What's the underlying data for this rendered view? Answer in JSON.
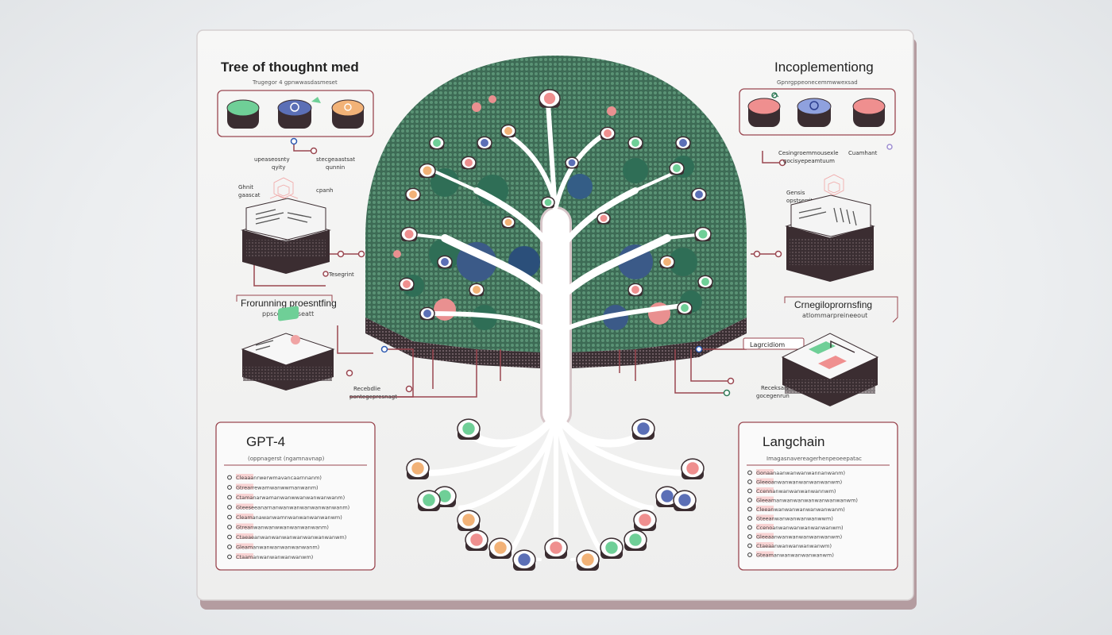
{
  "board": {
    "title_left": "Tree of thoughnt med",
    "subtitle_left": "Trugegor 4 gpnwwasdasmeset",
    "title_right": "Incoplementiong",
    "subtitle_right": "Gpnrgppeonecemmwwexsad"
  },
  "left_side": {
    "annot_1a": "upeaseosnty",
    "annot_1b": "qyity",
    "annot_1c": "stecgeaastsat",
    "annot_1d": "qunnin",
    "annot_2a": "Ghnit",
    "annot_2b": "gaascat",
    "annot_2c": "cpanh",
    "annot_3": "Tesegrint",
    "section_heading": "Frorunning proesntfing",
    "section_sub": "ppscestesoseatt",
    "annot_4a": "Recebdlie",
    "annot_4b": "pontegepresnagt"
  },
  "right_side": {
    "annot_1a": "Cesingroemmousexle",
    "annot_1b": "Cuamhant",
    "annot_1c": "gocisyepeamtuum",
    "annot_2a": "Gensis",
    "annot_2b": "opstserrit",
    "section_heading": "Crnegiloprornsfing",
    "section_sub": "atlommarpreineeout",
    "tag": "Lagrcidiom",
    "annot_4a": "Receksais",
    "annot_4b": "gocegenrun"
  },
  "panel_left": {
    "title": "GPT-4",
    "subtitle": "(oppnagerst (ngamnavnap)",
    "items": [
      "Cleaaanrwerwmavancaarnnanm)",
      "Gtrearrewamwanwwmanwanm)",
      "Ctamanarwamanwanwwanwanwanwanm)",
      "Gteeseeanarnanwanwanwanwanwanwanm)",
      "Cleamanawanwamnwanwanwanwanwm)",
      "Gtreanwanwanwwanwanwanwanm)",
      "Ctaeaeanwanwanwanwanwanwanwanwm)",
      "Gleamanwanwanwanwanwanm)",
      "Ctaamanwanwanwanwanwm)"
    ]
  },
  "panel_right": {
    "title": "Langchain",
    "subtitle": "Imagasnavereagerhenpeoeepatac",
    "items": [
      "Gonaanaanwanwanwannanwanm)",
      "Gleeoanwanwanwanwanwanwm)",
      "Ccennanwanwanwanwannwm)",
      "Gleeamanwanwanwanwanwanwanwm)",
      "Cleeanwanwanwanwanwanwanm)",
      "Gteeanwanwanwanwanwwm)",
      "Ccenoanwanwanwanwanwanwm)",
      "Gleeaanwanwanwanwanwanwm)",
      "Ctaeaanwanwanwanwanwm)",
      "Gteamanwanwanwanwanwm)"
    ]
  },
  "colors": {
    "board": "#f4f4f3",
    "board_edge": "#a2878a",
    "canopy_dark": "#3f6f57",
    "canopy_light": "#5d9a77",
    "node_red": "#ef8f8f",
    "node_green": "#6fcf97",
    "node_blue": "#5b6fb6",
    "node_orange": "#f2b277",
    "trunk": "#ffffff",
    "trunk_stroke": "#c9b3b7",
    "connector": "#9a4750"
  },
  "icons": {
    "chat": "chat-bubble-icon",
    "gear": "gear-icon",
    "document": "document-stack-icon",
    "node": "thought-node-icon"
  }
}
